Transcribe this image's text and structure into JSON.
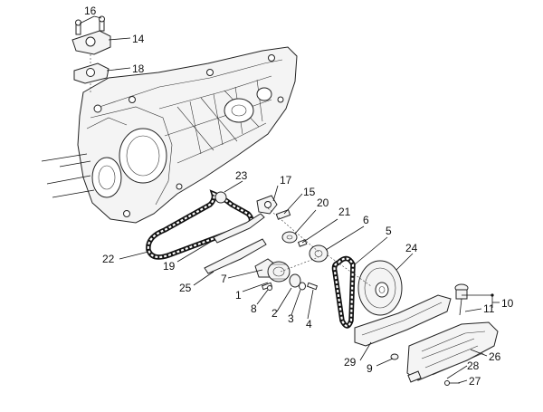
{
  "callouts": [
    {
      "id": "c1",
      "label": "1"
    },
    {
      "id": "c2",
      "label": "2"
    },
    {
      "id": "c3",
      "label": "3"
    },
    {
      "id": "c4",
      "label": "4"
    },
    {
      "id": "c5",
      "label": "5"
    },
    {
      "id": "c6",
      "label": "6"
    },
    {
      "id": "c7",
      "label": "7"
    },
    {
      "id": "c8",
      "label": "8"
    },
    {
      "id": "c9",
      "label": "9"
    },
    {
      "id": "c10",
      "label": "10"
    },
    {
      "id": "c11",
      "label": "11"
    },
    {
      "id": "c14",
      "label": "14"
    },
    {
      "id": "c15",
      "label": "15"
    },
    {
      "id": "c16",
      "label": "16"
    },
    {
      "id": "c17",
      "label": "17"
    },
    {
      "id": "c18",
      "label": "18"
    },
    {
      "id": "c19",
      "label": "19"
    },
    {
      "id": "c20",
      "label": "20"
    },
    {
      "id": "c21",
      "label": "21"
    },
    {
      "id": "c22",
      "label": "22"
    },
    {
      "id": "c23",
      "label": "23"
    },
    {
      "id": "c24",
      "label": "24"
    },
    {
      "id": "c25",
      "label": "25"
    },
    {
      "id": "c26",
      "label": "26"
    },
    {
      "id": "c27",
      "label": "27"
    },
    {
      "id": "c28",
      "label": "28"
    },
    {
      "id": "c29",
      "label": "29"
    }
  ]
}
